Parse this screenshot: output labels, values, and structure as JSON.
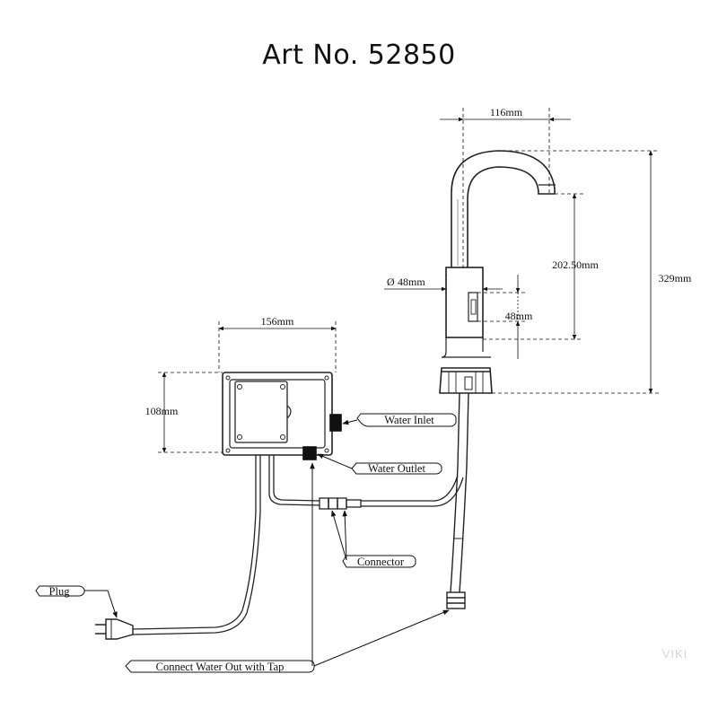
{
  "title": "Art No. 52850",
  "dimensions": {
    "spout_reach": "116mm",
    "height_total": "329mm",
    "height_outlet": "202.50mm",
    "body_diameter": "48mm",
    "sensor_height": "48mm",
    "box_width": "156mm",
    "box_height": "108mm",
    "diameter_symbol": "Ø"
  },
  "labels": {
    "water_inlet": "Water Inlet",
    "water_outlet": "Water Outlet",
    "connector": "Connector",
    "plug": "Plug",
    "connect_water": "Connect Water Out with Tap"
  },
  "watermark": "VIKI"
}
